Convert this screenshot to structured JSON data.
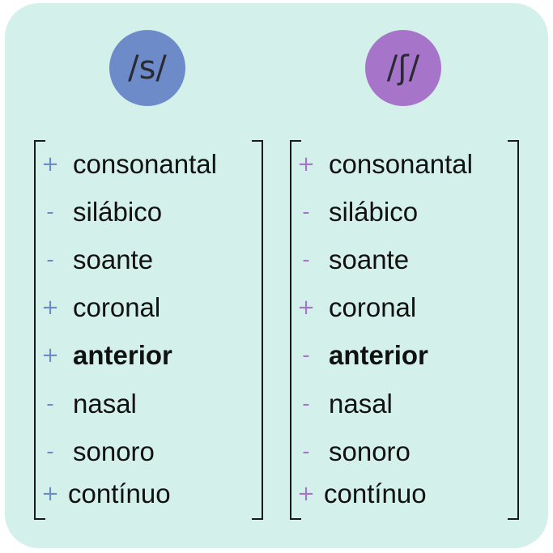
{
  "columns": [
    {
      "phoneme": "/s/",
      "color": "#6d8bc8",
      "features": [
        {
          "sign": "+",
          "name": "consonantal"
        },
        {
          "sign": "-",
          "name": "silábico"
        },
        {
          "sign": "-",
          "name": "soante"
        },
        {
          "sign": "+",
          "name": "coronal"
        },
        {
          "sign": "+",
          "name": "anterior"
        },
        {
          "sign": "-",
          "name": "nasal"
        },
        {
          "sign": "-",
          "name": "sonoro"
        },
        {
          "sign": "+",
          "name": "contínuo"
        }
      ]
    },
    {
      "phoneme": "/ʃ/",
      "color": "#a675c9",
      "features": [
        {
          "sign": "+",
          "name": "consonantal"
        },
        {
          "sign": "-",
          "name": "silábico"
        },
        {
          "sign": "-",
          "name": "soante"
        },
        {
          "sign": "+",
          "name": "coronal"
        },
        {
          "sign": "-",
          "name": "anterior"
        },
        {
          "sign": "-",
          "name": "nasal"
        },
        {
          "sign": "-",
          "name": "sonoro"
        },
        {
          "sign": "+",
          "name": "contínuo"
        }
      ]
    }
  ],
  "highlighted_feature": "anterior",
  "background_color": "#d3f1ea"
}
